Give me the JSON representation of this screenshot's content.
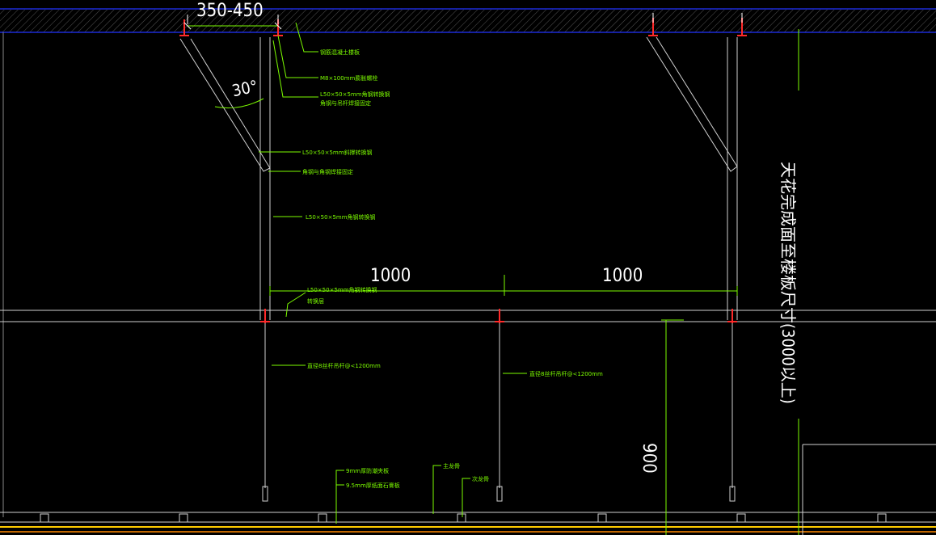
{
  "dimensions": {
    "top_spacing": "350-450",
    "angle": "30°",
    "span_left": "1000",
    "span_right": "1000",
    "ceiling_height": "900",
    "vertical_label": "天花完成面至楼板尺寸(3000以上)"
  },
  "annotations": {
    "a1": "钢筋混凝土楼板",
    "a2": "M8×100mm膨胀螺栓",
    "a3": "L50×50×5mm角钢转换钢",
    "a3b": "角钢与吊杆焊接固定",
    "a4": "L50×50×5mm斜撑转换钢",
    "a5": "角钢与角钢焊接固定",
    "a6": "L50×50×5mm角钢转换钢",
    "a7": "L50×50×5mm角钢转换钢",
    "a7b": "转换层",
    "a8": "直径8丝杆吊杆@<1200mm",
    "a9": "直径8丝杆吊杆@<1200mm",
    "a10": "9mm厚防潮夹板",
    "a11": "9.5mm厚纸面石膏板",
    "a12": "主龙骨",
    "a13": "次龙骨"
  },
  "colors": {
    "background": "#000000",
    "structure": "#ffffff",
    "annotation": "#7CFC00",
    "slab_line": "#2233ff",
    "anchor": "#ff2a2a",
    "finish_line": "#ffcc00"
  }
}
